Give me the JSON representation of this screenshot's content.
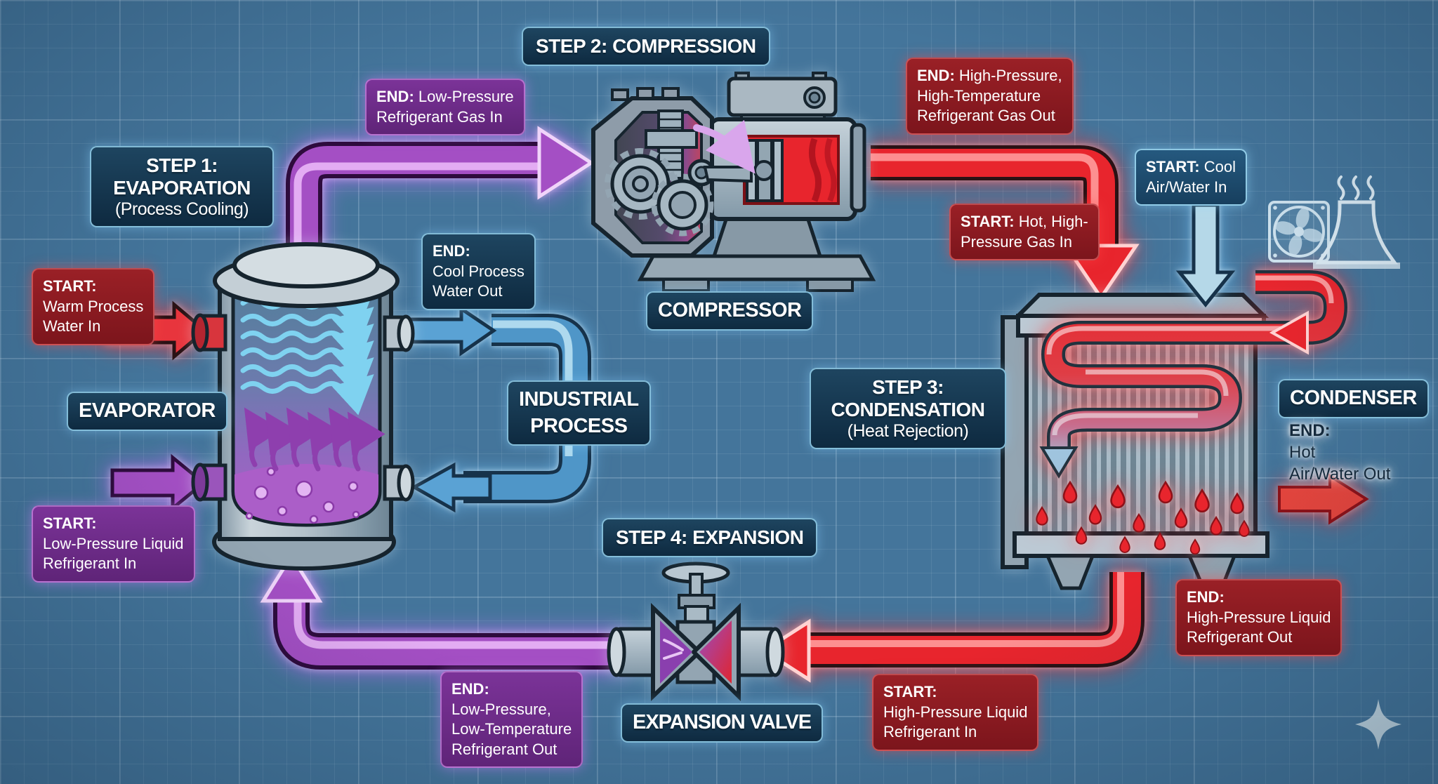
{
  "title_implicit": "Industrial refrigeration cycle blueprint diagram",
  "colors": {
    "background": "#44759b",
    "grid_line": "#7fa6c2",
    "navy_box": "#14324a",
    "red_box": "#8e1b22",
    "purple_box": "#702d8a",
    "blue_box": "#1c4a6e",
    "hot_pipe": "#e8252d",
    "refrigerant_pipe": "#a44fc4",
    "water_pipe": "#5aa0d0",
    "cool_air_arrow": "#b5d8e8"
  },
  "steps": {
    "step1": {
      "line1": "STEP 1:",
      "line2": "EVAPORATION",
      "line3": "(Process Cooling)"
    },
    "step2": {
      "line1": "STEP 2: COMPRESSION"
    },
    "step3": {
      "line1": "STEP 3:",
      "line2": "CONDENSATION",
      "line3": "(Heat Rejection)"
    },
    "step4": {
      "line1": "STEP 4: EXPANSION"
    }
  },
  "components": {
    "evaporator": "EVAPORATOR",
    "compressor": "COMPRESSOR",
    "condenser": "CONDENSER",
    "expansion_valve": "EXPANSION VALVE",
    "industrial_process_line1": "INDUSTRIAL",
    "industrial_process_line2": "PROCESS"
  },
  "flow": {
    "start_warm_water_in": {
      "prefix": "START:",
      "line2": "Warm Process",
      "line3": "Water In"
    },
    "end_cool_water_out": {
      "prefix": "END:",
      "line2": "Cool Process",
      "line3": "Water Out"
    },
    "start_lp_liquid_in": {
      "prefix": "START:",
      "line2": "Low-Pressure Liquid",
      "line3": "Refrigerant In"
    },
    "end_lp_gas_in": {
      "prefix": "END:",
      "rest": " Low-Pressure",
      "line2": "Refrigerant Gas In"
    },
    "end_hp_gas_out": {
      "prefix": "END:",
      "rest": " High-Pressure,",
      "line2": "High-Temperature",
      "line3": "Refrigerant Gas Out"
    },
    "start_hot_gas_in": {
      "prefix": "START:",
      "rest": " Hot, High-",
      "line2": "Pressure Gas In"
    },
    "start_cool_air_in": {
      "prefix": "START:",
      "rest": " Cool",
      "line2": "Air/Water In"
    },
    "end_hot_air_out": {
      "prefix": "END:",
      "line2": "Hot",
      "line3": "Air/Water Out"
    },
    "end_hp_liquid_out": {
      "prefix": "END:",
      "line2": "High-Pressure Liquid",
      "line3": "Refrigerant Out"
    },
    "start_hp_liquid_in": {
      "prefix": "START:",
      "line2": "High-Pressure Liquid",
      "line3": "Refrigerant In"
    },
    "end_lp_lt_out": {
      "prefix": "END:",
      "line2": "Low-Pressure,",
      "line3": "Low-Temperature",
      "line4": "Refrigerant Out"
    }
  }
}
